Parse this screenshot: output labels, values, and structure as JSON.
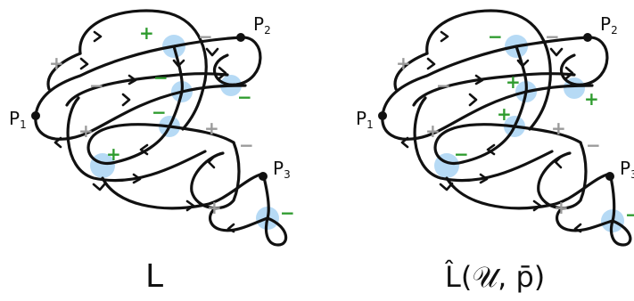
{
  "colors": {
    "plus": "#2e9b2e",
    "minus": "#2e9b2e",
    "plus_gray": "#9a9a9a",
    "minus_gray": "#9a9a9a",
    "crossing_highlight": "#a9d3f3",
    "stroke": "#111111"
  },
  "points": {
    "p1": "P",
    "p1_sub": "1",
    "p2": "P",
    "p2_sub": "2",
    "p3": "P",
    "p3_sub": "3"
  },
  "panel_left": {
    "caption": "L"
  },
  "panel_right": {
    "caption": "L̂(𝒰, p̄)"
  },
  "signs": {
    "plus": "+",
    "minus": "−"
  }
}
